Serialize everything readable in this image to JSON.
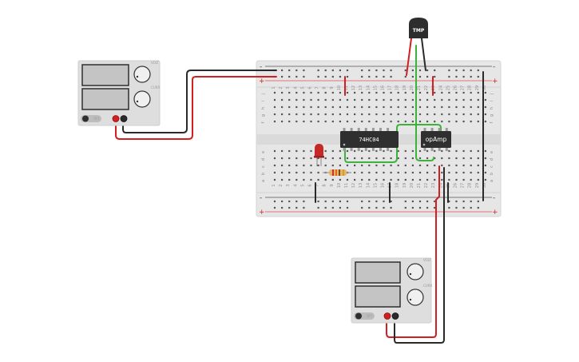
{
  "breadboard": {
    "columns": 30,
    "row_letters_top": [
      "j",
      "i",
      "h",
      "g",
      "f"
    ],
    "row_letters_bottom": [
      "e",
      "d",
      "c",
      "b",
      "a"
    ],
    "rail_plus": "+",
    "rail_minus": "-"
  },
  "components": {
    "chip_inverter": {
      "label": "74HC04"
    },
    "chip_opamp": {
      "label": "opAmp"
    },
    "temp_sensor": {
      "label": "TMP"
    }
  },
  "power_supply_left": {
    "switch_label": "OFF",
    "knob_top_label": "VOLT",
    "knob_bottom_label": "CURR"
  },
  "power_supply_right": {
    "switch_label": "OFF",
    "knob_top_label": "VOLT",
    "knob_bottom_label": "CURR"
  },
  "colors": {
    "wire_red": "#d21f1f",
    "wire_black": "#2a2a2a",
    "wire_green": "#3cb43c",
    "chip_body": "#2f2f2f",
    "breadboard": "#e9e9e9",
    "led": "#c62828",
    "psu_body": "#dedede"
  }
}
